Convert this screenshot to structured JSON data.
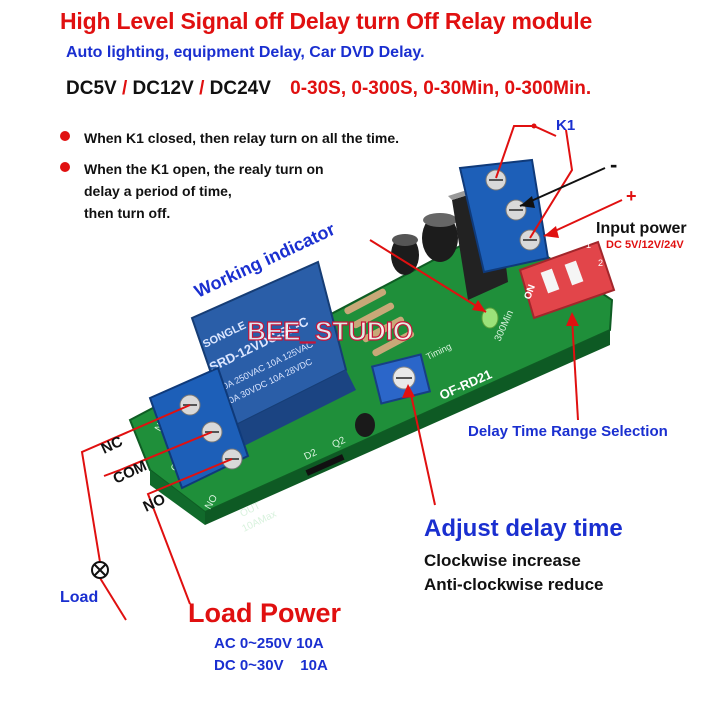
{
  "header": {
    "title": "High Level Signal off Delay turn Off Relay module",
    "subtitle": "Auto lighting, equipment Delay, Car DVD Delay.",
    "voltages": [
      "DC5V",
      "DC12V",
      "DC24V"
    ],
    "voltage_separator": "/",
    "ranges": "0-30S, 0-300S, 0-30Min, 0-300Min."
  },
  "bullets": [
    {
      "text": "When K1 closed, then relay turn on all the time."
    },
    {
      "lines": [
        "When the K1 open, the realy turn on",
        "delay a period of time,",
        "then turn off."
      ]
    }
  ],
  "labels": {
    "k1": "K1",
    "minus": "-",
    "plus": "+",
    "input_power": "Input power",
    "input_power_spec": "DC 5V/12V/24V",
    "working_indicator": "Working indicator",
    "delay_range": "Delay Time Range Selection",
    "nc": "NC",
    "com": "COM",
    "no": "NO",
    "load": "Load",
    "adjust_title": "Adjust delay time",
    "adjust_lines": [
      "Clockwise increase",
      "Anti-clockwise reduce"
    ],
    "load_power_title": "Load Power",
    "load_power_specs": [
      "AC 0~250V 10A",
      "DC 0~30V    10A"
    ],
    "watermark": "BEE_STUDIO"
  },
  "board": {
    "model": "OF-RD21",
    "relay_lines": [
      "SRD-12VDC-SL-C",
      "10A 250VAC 10A 125VAC",
      "10A 30VDC 10A 28VDC"
    ],
    "relay_brand": "SONGLE",
    "silk_out": "OUT",
    "silk_max": "10AMax",
    "silk_d2": "D2",
    "silk_q2": "Q2",
    "silk_300min": "300Min",
    "silk_timing": "Timing",
    "silk_nc": "NC",
    "silk_com": "COM",
    "silk_no": "NO",
    "switch_on": "ON",
    "switch_1": "1",
    "switch_2": "2"
  },
  "colors": {
    "title_red": "#e01010",
    "label_blue": "#1a2fd0",
    "pcb_green": "#1f8f3a",
    "relay_blue": "#2a5ea8",
    "terminal_blue": "#1d5fb8",
    "switch_red": "#e2454a"
  }
}
